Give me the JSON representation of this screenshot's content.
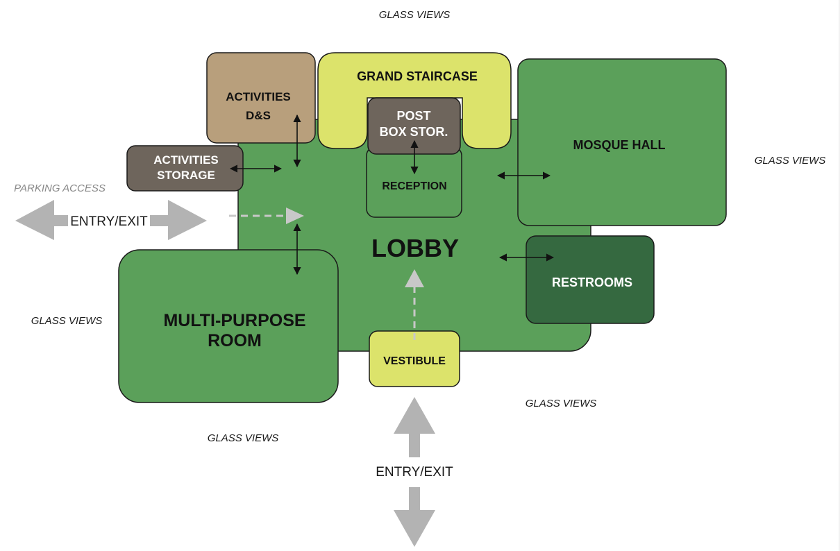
{
  "colors": {
    "lobby": "#5ba05a",
    "room_green": "#5ba05a",
    "restrooms": "#356940",
    "yellow": "#dce36b",
    "tan": "#b89f7c",
    "brown": "#6e655c",
    "entry_arrow": "#b3b3b3",
    "flow_arrow": "#111111",
    "stroke": "#1a1a1a"
  },
  "rooms": {
    "lobby": "LOBBY",
    "multipurpose_line1": "MULTI-PURPOSE",
    "multipurpose_line2": "ROOM",
    "mosque_hall": "MOSQUE HALL",
    "restrooms": "RESTROOMS",
    "reception": "RECEPTION",
    "vestibule": "VESTIBULE",
    "grand_staircase": "GRAND STAIRCASE",
    "post_box_line1": "POST",
    "post_box_line2": "BOX STOR.",
    "activities_ds_line1": "ACTIVITIES",
    "activities_ds_line2": "D&S",
    "activities_storage_line1": "ACTIVITIES",
    "activities_storage_line2": "STORAGE"
  },
  "annotations": {
    "glass_top": "GLASS VIEWS",
    "glass_right": "GLASS VIEWS",
    "glass_left": "GLASS VIEWS",
    "glass_bottom_right": "GLASS VIEWS",
    "glass_bottom_left": "GLASS VIEWS",
    "parking_access": "PARKING ACCESS",
    "entry_left": "ENTRY/EXIT",
    "entry_bottom": "ENTRY/EXIT"
  }
}
